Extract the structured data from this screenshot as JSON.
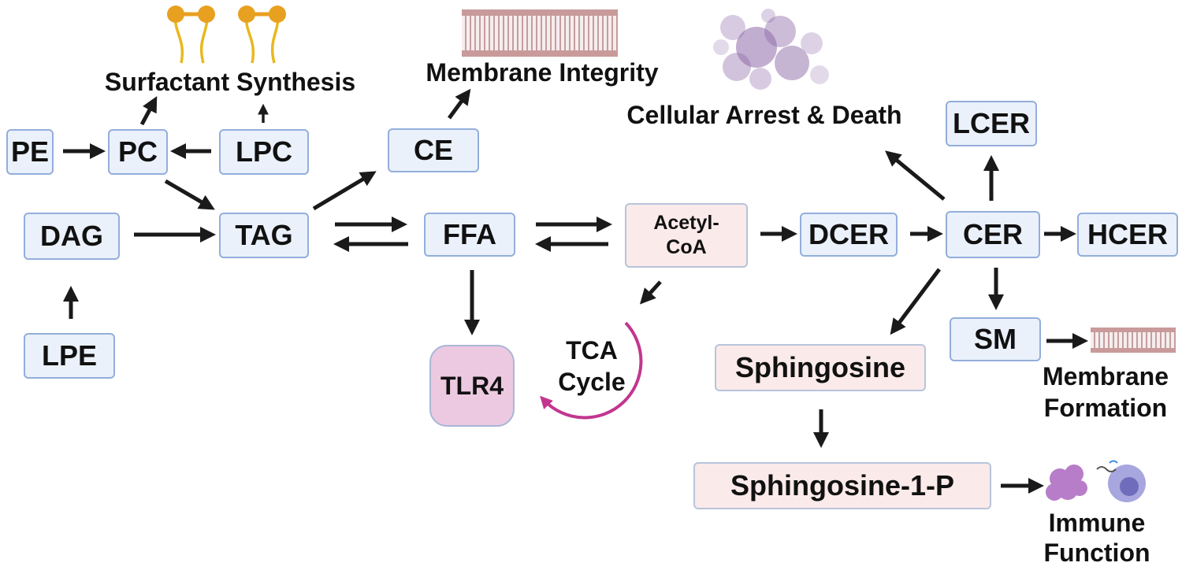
{
  "nodes": {
    "pe": "PE",
    "pc": "PC",
    "lpc": "LPC",
    "ce": "CE",
    "dag": "DAG",
    "tag": "TAG",
    "ffa": "FFA",
    "acetyl_line1": "Acetyl-",
    "acetyl_line2": "CoA",
    "dcer": "DCER",
    "cer": "CER",
    "hcer": "HCER",
    "lcer": "LCER",
    "sm": "SM",
    "lpe": "LPE",
    "tlr4": "TLR4",
    "sphingosine": "Sphingosine",
    "s1p": "Sphingosine-1-P"
  },
  "labels": {
    "surfactant": "Surfactant Synthesis",
    "membrane_integrity": "Membrane Integrity",
    "cellular_arrest": "Cellular Arrest & Death",
    "tca_line1": "TCA",
    "tca_line2": "Cycle",
    "membrane_formation_line1": "Membrane",
    "membrane_formation_line2": "Formation",
    "immune_line1": "Immune",
    "immune_line2": "Function"
  },
  "colors": {
    "box_blue": "#eaf1fb",
    "box_pink": "#fbeaea",
    "tlr4_fill": "#ecc9e1",
    "tca_cycle": "#c2368f",
    "lipid_head": "#e8a020",
    "arrow": "#1a1a1a"
  },
  "icons": [
    "phospholipid-icon",
    "lipid-bilayer-icon",
    "dying-cells-icon",
    "immune-cells-icon"
  ]
}
